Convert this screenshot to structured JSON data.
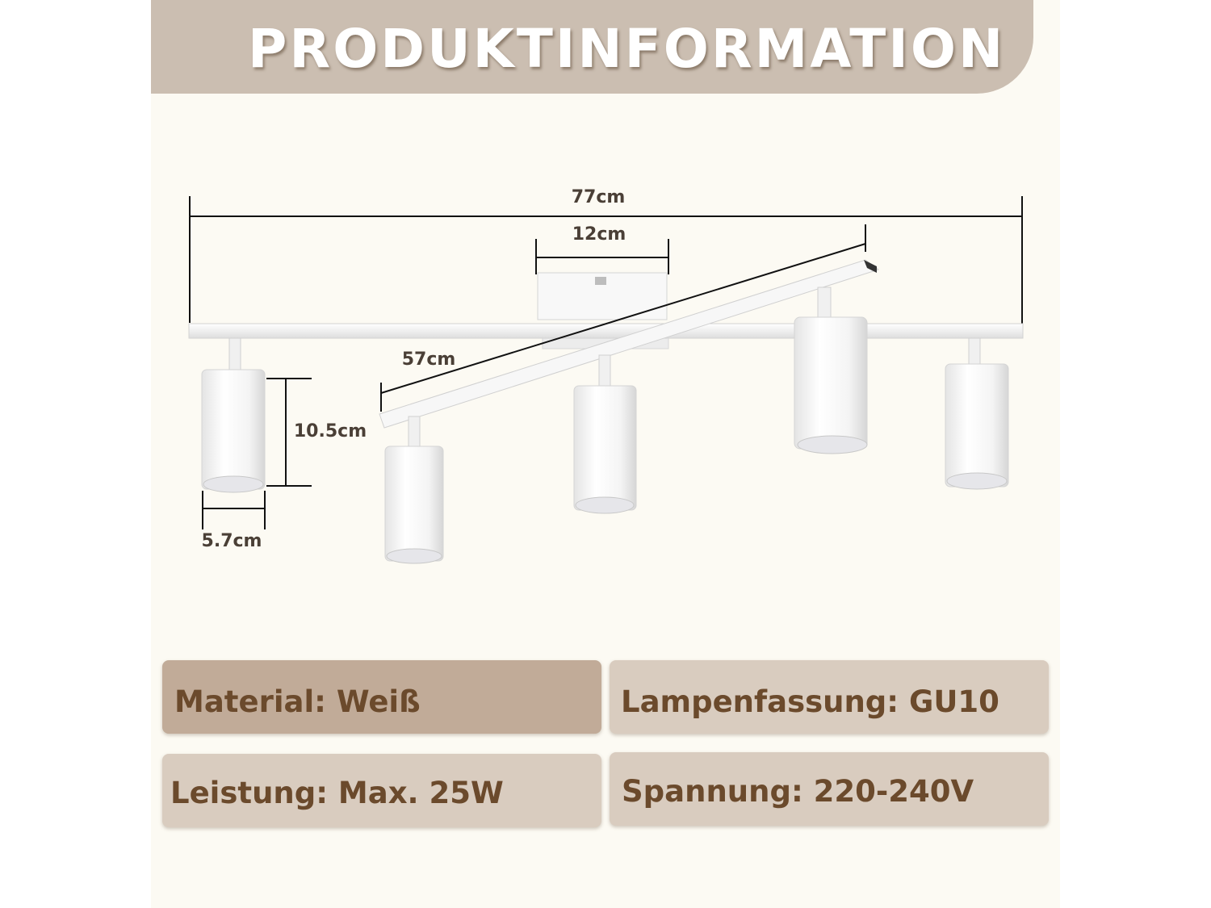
{
  "header": {
    "title": "PRODUKTINFORMATION"
  },
  "dimensions": {
    "total_length": "77cm",
    "base_width": "12cm",
    "bar_length": "57cm",
    "spot_height": "10.5cm",
    "spot_diameter": "5.7cm"
  },
  "specs": {
    "material": "Material: Weiß",
    "socket": "Lampenfassung: GU10",
    "power": "Leistung: Max. 25W",
    "voltage": "Spannung: 220-240V"
  },
  "colors": {
    "header_bg": "#cbbeb1",
    "panel_bg": "#fcfaf3",
    "box_dark": "#c1ab98",
    "box_light": "#d9ccbf",
    "spec_text": "#6b4a2c"
  }
}
